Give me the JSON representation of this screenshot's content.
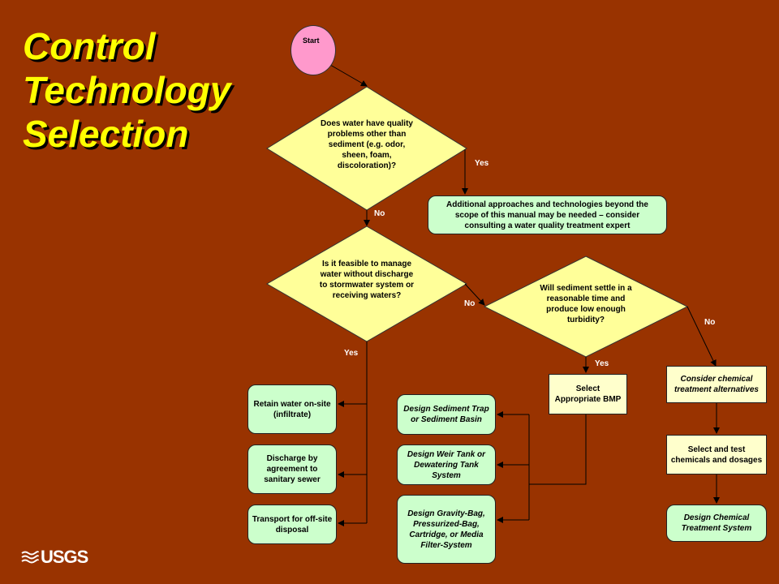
{
  "title": {
    "line1": "Control",
    "line2": "Technology",
    "line3": "Selection"
  },
  "start": {
    "label": "Start"
  },
  "decisions": {
    "d1": "Does water have quality problems other than sediment (e.g. odor, sheen, foam, discoloration)?",
    "d2": "Is it feasible to manage water without discharge to stormwater system or receiving waters?",
    "d3": "Will sediment settle in a reasonable time and produce low enough turbidity?"
  },
  "labels": {
    "yes": "Yes",
    "no": "No"
  },
  "boxes": {
    "additional": "Additional approaches and technologies beyond the scope of this manual may be needed – consider consulting a water quality treatment expert",
    "retain": "Retain water on-site (infiltrate)",
    "discharge": "Discharge by agreement to sanitary sewer",
    "transport": "Transport for off-site disposal",
    "select_bmp": "Select Appropriate BMP",
    "sediment_trap": "Design Sediment Trap or Sediment Basin",
    "weir_tank": "Design Weir Tank or Dewatering Tank System",
    "gravity_bag": "Design Gravity-Bag, Pressurized-Bag, Cartridge, or Media Filter-System",
    "chemical_alt": "Consider chemical treatment alternatives",
    "select_chem": "Select and test chemicals and dosages",
    "chem_system": "Design Chemical Treatment System"
  },
  "logo": {
    "text": "USGS"
  },
  "colors": {
    "background": "#993300",
    "title": "#ffff00",
    "decision": "#ffff99",
    "terminal_box": "#ccffcc",
    "process_box": "#ffffcc",
    "start": "#ff99cc"
  }
}
